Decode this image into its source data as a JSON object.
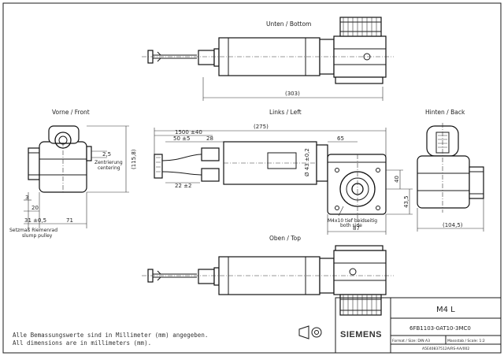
{
  "views": {
    "bottom": "Unten / Bottom",
    "front": "Vorne / Front",
    "left": "Links / Left",
    "back": "Hinten / Back",
    "top": "Oben / Top"
  },
  "dims": {
    "bottom_length": "(303)",
    "overall_length": "(275)",
    "cable_length": "1500 ±40",
    "d50": "50 ±5",
    "d28": "28",
    "d65": "65",
    "d22": "22 ±2",
    "d87": "87",
    "d40": "40",
    "d43_5": "43,5",
    "diameter": "Ø 43 ±0,2",
    "d2_5": "2,5",
    "height": "(115,8)",
    "d3": "3",
    "d20": "20",
    "d31": "31 ±0,5",
    "d71": "71",
    "back_width": "(104,5)"
  },
  "notes": {
    "centering": [
      "Zentrierung",
      "centering"
    ],
    "pulley": [
      "Setzmaß Riemenrad",
      "slump pulley"
    ],
    "bore": [
      "M4x10 tief beidseitig",
      "both side"
    ],
    "units_de": "Alle Bemassungswerte sind in Millimeter (mm) angegeben.",
    "units_en": "All dimensions are in millimeters (mm)."
  },
  "title_block": {
    "title": "M4 L",
    "part_number": "6FB1103-0AT10-3MC0",
    "brand": "SIEMENS",
    "format": "Format / Size: DIN A3",
    "scale": "Massstab / Scale: 1:2",
    "doc_number": "A5E40837512A/RS-AA/002"
  }
}
